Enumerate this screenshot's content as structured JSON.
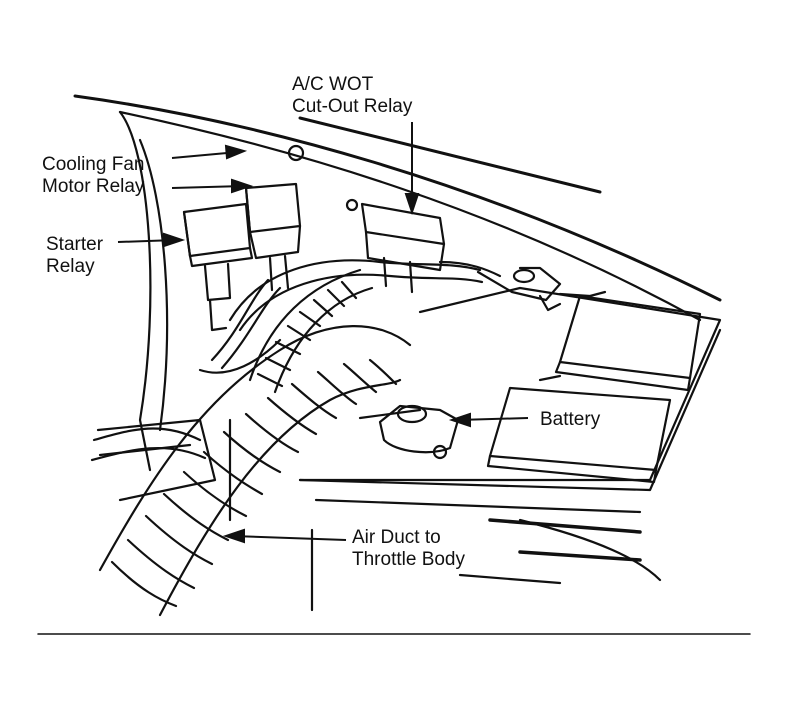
{
  "labels": {
    "ac_wot": {
      "line1": "A/C WOT",
      "line2": "Cut-Out Relay"
    },
    "cooling_fan": {
      "line1": "Cooling Fan",
      "line2": "Motor Relay"
    },
    "starter": {
      "line1": "Starter",
      "line2": "Relay"
    },
    "battery": {
      "line1": "Battery"
    },
    "air_duct": {
      "line1": "Air Duct to",
      "line2": "Throttle Body"
    }
  },
  "colors": {
    "ink": "#111111",
    "paper": "#ffffff"
  }
}
